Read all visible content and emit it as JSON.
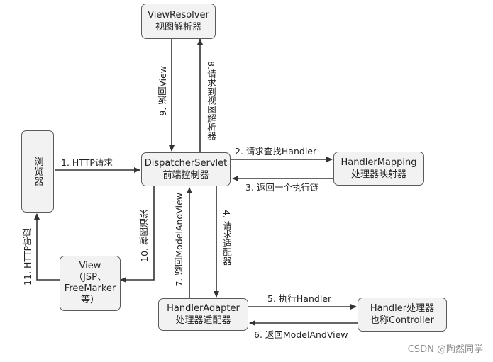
{
  "nodes": {
    "view_resolver": {
      "line1": "ViewResolver",
      "line2": "视图解析器"
    },
    "browser": {
      "label": "浏览器"
    },
    "dispatcher": {
      "line1": "DispatcherServlet",
      "line2": "前端控制器"
    },
    "handler_mapping": {
      "line1": "HandlerMapping",
      "line2": "处理器映射器"
    },
    "view": {
      "line1": "View",
      "line2": "（JSP、",
      "line3": "FreeMarker",
      "line4": "等）"
    },
    "handler_adapter": {
      "line1": "HandlerAdapter",
      "line2": "处理器适配器"
    },
    "handler": {
      "line1": "Handler处理器",
      "line2": "也称Controller"
    }
  },
  "steps": {
    "s1": "1. HTTP请求",
    "s2": "2. 请求查找Handler",
    "s3": "3. 返回一个执行链",
    "s4": "4. 请求适配器",
    "s5": "5. 执行Handler",
    "s6": "6. 返回ModelAndView",
    "s7": "7. 返回ModelAndView",
    "s8": "8.请求到视图解析器",
    "s9": "9. 返回View",
    "s10": "10. 视图渲染",
    "s11": "11. HTTP响应"
  },
  "watermark": "CSDN @陶然同学",
  "colors": {
    "box_fill": "#f2f2f2",
    "box_border": "#5a5a5a",
    "arrow": "#333333",
    "watermark": "#8a8a8a"
  }
}
